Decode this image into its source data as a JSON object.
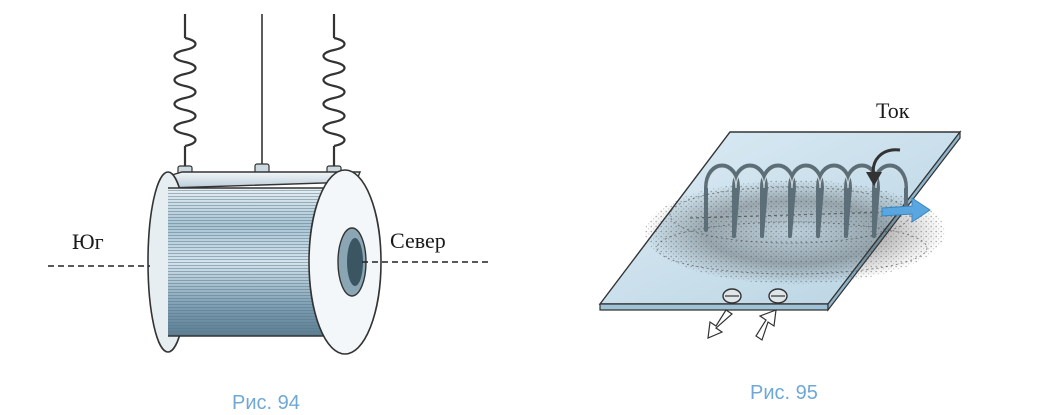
{
  "figure94": {
    "label_south": "Юг",
    "label_north": "Север",
    "caption": "Рис. 94"
  },
  "figure95": {
    "label_current": "Ток",
    "caption": "Рис. 95"
  },
  "colors": {
    "caption": "#6fa8d6",
    "arrow": "#5aa6e0",
    "coil": "#8fb3c8",
    "plate": "#cfe3ef"
  },
  "icons": [
    "spring-icon",
    "coil-icon",
    "current-arrow-icon",
    "field-direction-arrow-icon"
  ]
}
